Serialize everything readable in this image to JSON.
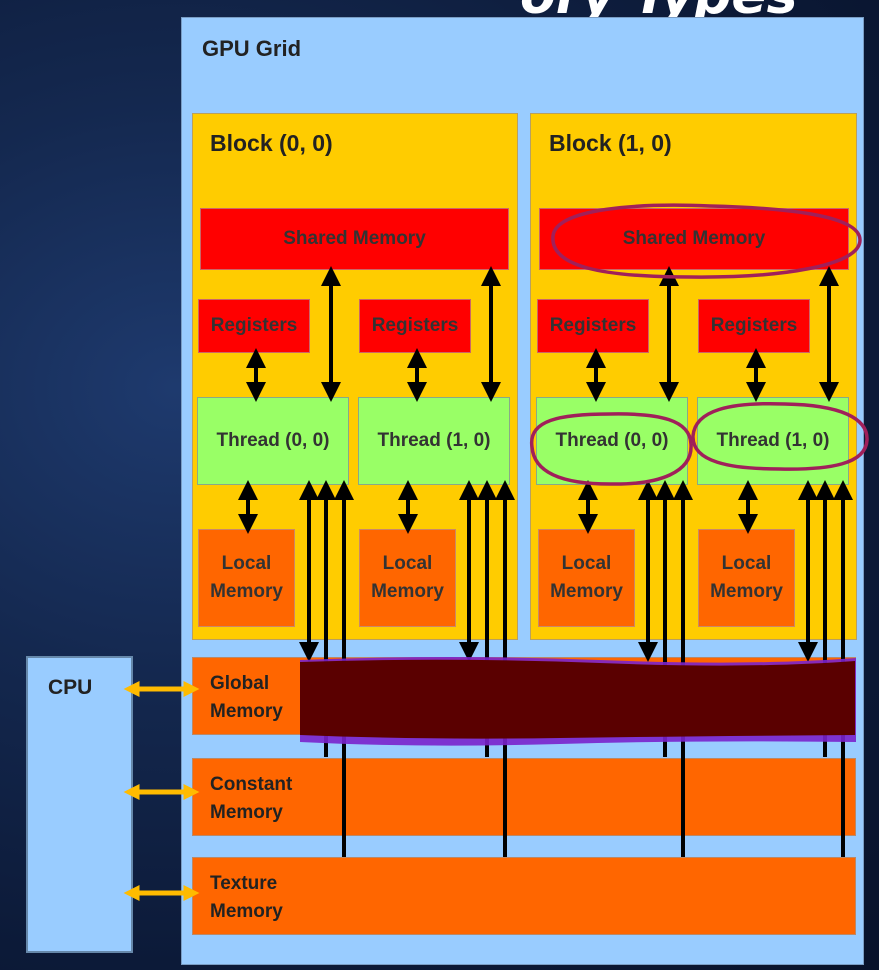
{
  "title_fragment": "ory Types",
  "gpu_grid": {
    "label": "GPU Grid"
  },
  "blocks": [
    {
      "label": "Block (0, 0)",
      "shared_memory": "Shared Memory",
      "registers": [
        "Registers",
        "Registers"
      ],
      "threads": [
        "Thread (0, 0)",
        "Thread (1, 0)"
      ],
      "local_memory": [
        "Local\nMemory",
        "Local\nMemory"
      ]
    },
    {
      "label": "Block (1, 0)",
      "shared_memory": "Shared Memory",
      "registers": [
        "Registers",
        "Registers"
      ],
      "threads": [
        "Thread (0, 0)",
        "Thread (1, 0)"
      ],
      "local_memory": [
        "Local\nMemory",
        "Local\nMemory"
      ]
    }
  ],
  "memories": {
    "global": "Global\nMemory",
    "constant": "Constant\nMemory",
    "texture": "Texture\nMemory"
  },
  "cpu": {
    "label": "CPU"
  },
  "colors": {
    "grid": "#99ccff",
    "block": "#ffcc00",
    "shared_registers": "#ff0000",
    "thread": "#99ff66",
    "local_global": "#ff6600",
    "annotation_circle": "#a0205a",
    "redaction": "#5a0000",
    "cpu_arrow": "#ffbb00"
  }
}
